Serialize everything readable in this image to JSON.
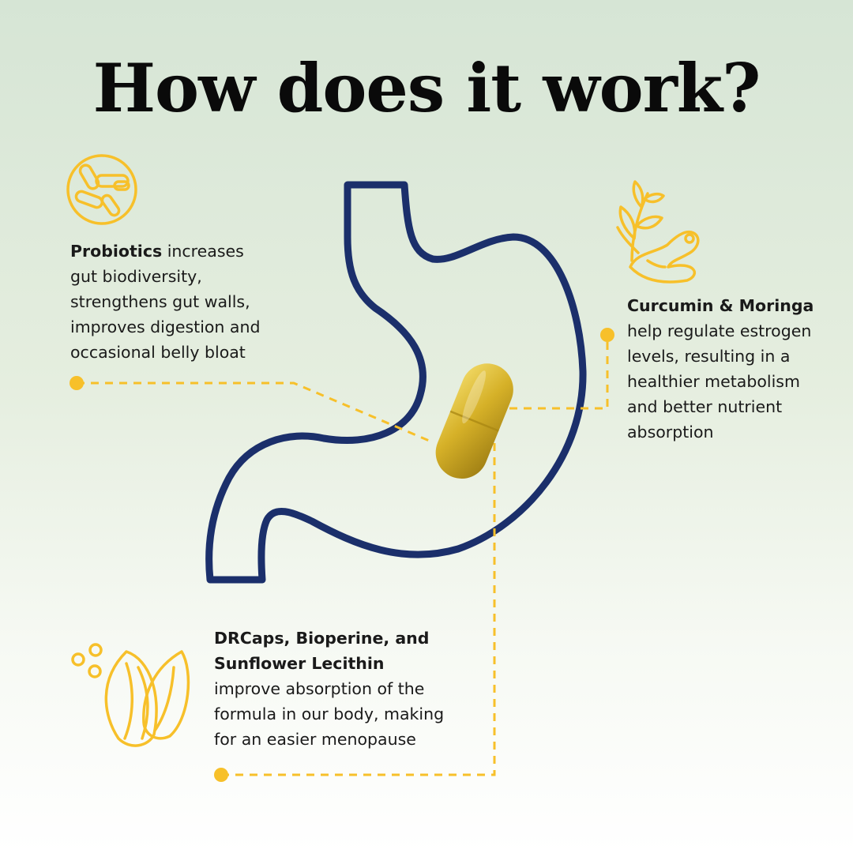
{
  "title": "How does it work?",
  "probiotics": {
    "heading": "Probiotics",
    "line1": " increases",
    "line2": "gut biodiversity,",
    "line3": "strengthens gut walls,",
    "line4": "improves digestion and",
    "line5": "occasional belly bloat",
    "icon": "bacteria-icon"
  },
  "curcumin": {
    "heading": "Curcumin & Moringa",
    "line1": "help regulate estrogen",
    "line2": "levels, resulting in a",
    "line3": "healthier metabolism",
    "line4": "and better nutrient",
    "line5": "absorption",
    "icon": "moringa-turmeric-icon"
  },
  "drcaps": {
    "heading1": "DRCaps, Bioperine, and",
    "heading2": "Sunflower Lecithin",
    "line1": "improve absorption of the",
    "line2": "formula in our body, making",
    "line3": "for an easier menopause",
    "icon": "sunflower-seeds-icon"
  },
  "colors": {
    "accent": "#f7c02a",
    "stomach": "#1b2f6b",
    "capsule": "#d9b32a"
  }
}
